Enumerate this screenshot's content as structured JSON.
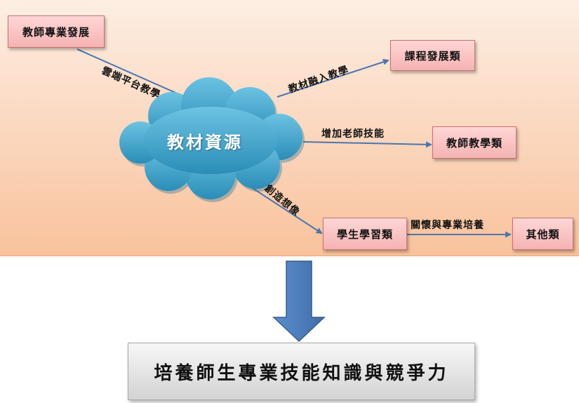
{
  "colors": {
    "panel_top": "#fdeee3",
    "panel_bottom": "#f9c29c",
    "node_fill": "#f7c4c4",
    "cloud_fill": "#3fa3c8",
    "arrow_line": "#4a76b0",
    "big_arrow": "#4f81bd",
    "result_fill": "#e6e6e6"
  },
  "icons": {
    "source": "cloud-shape",
    "down_arrow": "block-arrow-down"
  },
  "diagram": {
    "source_node": "教材資源",
    "nodes": {
      "teacher_dev": "教師專業發展",
      "course_dev": "課程發展類",
      "teacher_teach": "教師教學類",
      "student_learn": "學生學習類",
      "other": "其他類"
    },
    "edges": {
      "cloud_teaching": "雲端平台教學",
      "integrate": "教材融入教學",
      "add_skill": "增加老師技能",
      "create": "創造想像",
      "care": "關懷與專業培養"
    },
    "result": "培養師生專業技能知識與競爭力"
  }
}
